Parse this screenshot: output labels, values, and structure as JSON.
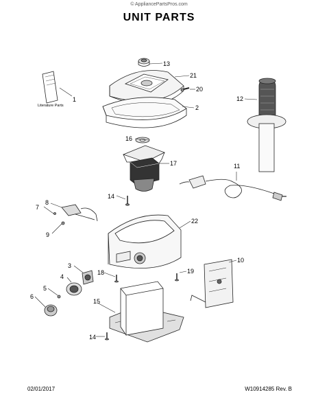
{
  "header": {
    "source": "© AppliancePartsPros.com",
    "title": "UNIT PARTS"
  },
  "literature_label": "Literature Parts",
  "footer": {
    "date": "02/01/2017",
    "part_number": "W10914285  Rev. B"
  },
  "callouts": [
    "1",
    "2",
    "3",
    "4",
    "5",
    "6",
    "7",
    "8",
    "9",
    "10",
    "11",
    "12",
    "13",
    "14",
    "15",
    "16",
    "17",
    "18",
    "19",
    "20",
    "21",
    "22",
    "14"
  ]
}
